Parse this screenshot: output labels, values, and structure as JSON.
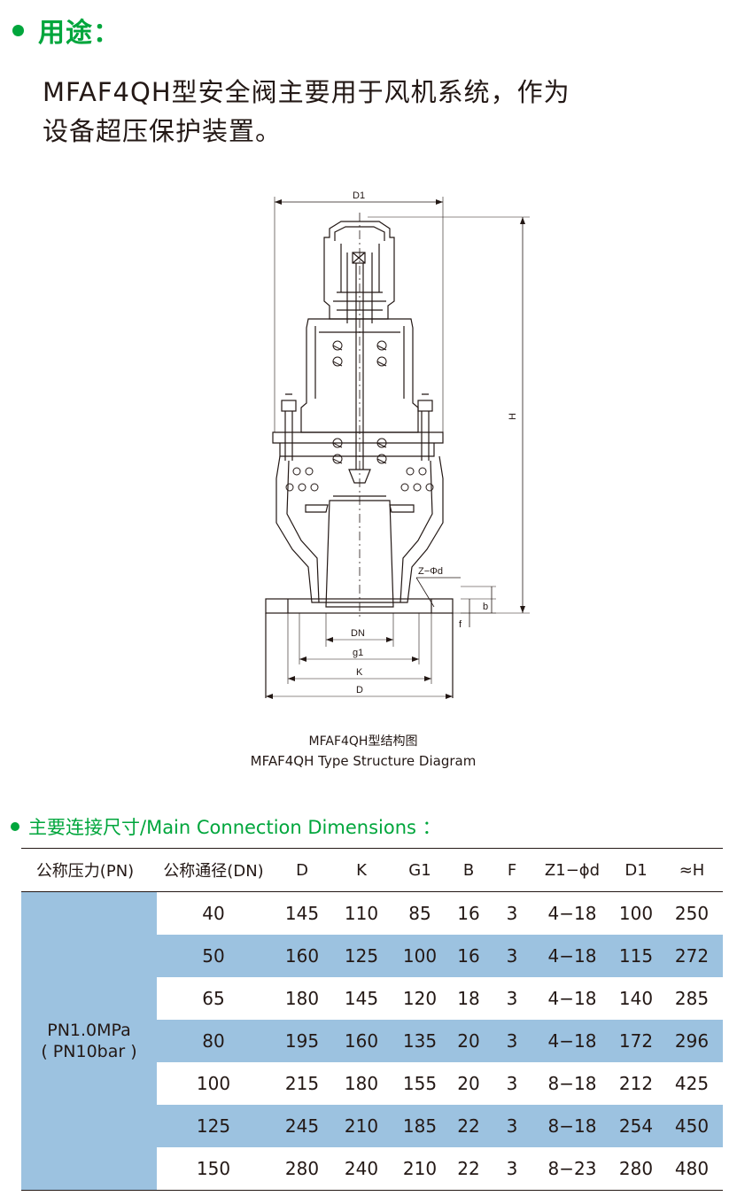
{
  "usage": {
    "title": "用途：",
    "lines": [
      "MFAF4QH型安全阀主要用于风机系统，作为",
      "设备超压保护装置。"
    ]
  },
  "diagram": {
    "labels": {
      "d1": "D1",
      "h": "H",
      "z_phi_d": "Z−Φd",
      "b": "b",
      "f": "f",
      "dn": "DN",
      "g1": "g1",
      "k": "K",
      "d": "D"
    },
    "caption_cn": "MFAF4QH型结构图",
    "caption_en": "MFAF4QH Type Structure Diagram"
  },
  "dimensions": {
    "title": "主要连接尺寸/Main Connection Dimensions ：",
    "headers": [
      "公称压力(PN)",
      "公称通径(DN)",
      "D",
      "K",
      "G1",
      "B",
      "F",
      "Z1−ϕd",
      "D1",
      "≈H"
    ],
    "pressure": {
      "line1": "PN1.0MPa",
      "line2": "( PN10bar )"
    },
    "rows": [
      [
        "40",
        "145",
        "110",
        "85",
        "16",
        "3",
        "4−18",
        "100",
        "250"
      ],
      [
        "50",
        "160",
        "125",
        "100",
        "16",
        "3",
        "4−18",
        "115",
        "272"
      ],
      [
        "65",
        "180",
        "145",
        "120",
        "18",
        "3",
        "4−18",
        "140",
        "285"
      ],
      [
        "80",
        "195",
        "160",
        "135",
        "20",
        "3",
        "4−18",
        "172",
        "296"
      ],
      [
        "100",
        "215",
        "180",
        "155",
        "20",
        "3",
        "8−18",
        "212",
        "425"
      ],
      [
        "125",
        "245",
        "210",
        "185",
        "22",
        "3",
        "8−18",
        "254",
        "450"
      ],
      [
        "150",
        "280",
        "240",
        "210",
        "22",
        "3",
        "8−23",
        "280",
        "480"
      ]
    ]
  },
  "colors": {
    "accent_green": "#00a63c",
    "row_shade": "#9cc2e0",
    "text": "#231815"
  }
}
